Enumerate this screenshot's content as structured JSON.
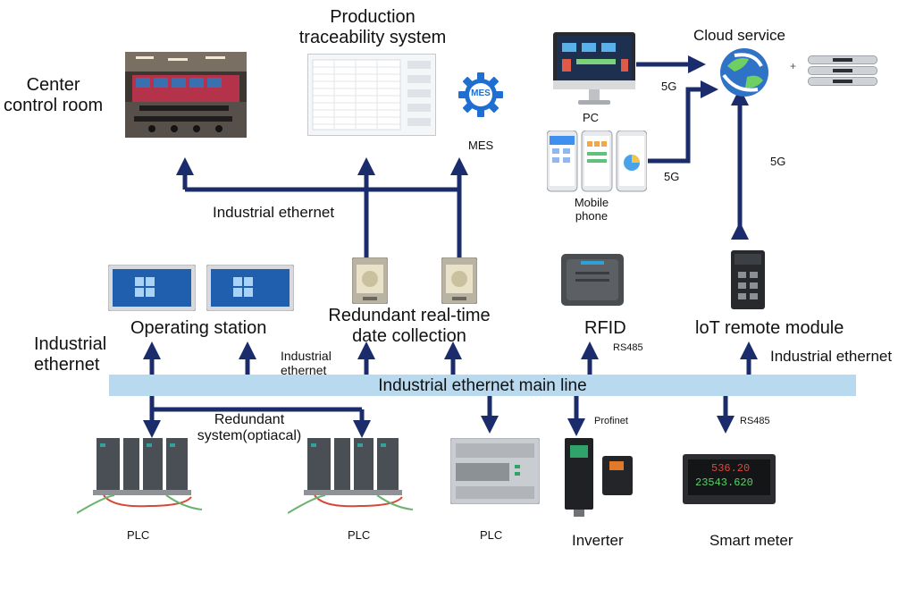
{
  "colors": {
    "link": "#1a2c6b",
    "main_line": "#b9d9ee",
    "cable_green": "#69b36d",
    "cable_red": "#d6493a"
  },
  "top": {
    "center_control_room": "Center\ncontrol room",
    "production_traceability": "Production\ntraceability system",
    "mes_badge": "MES",
    "mes_label": "MES",
    "cloud_service": "Cloud service",
    "plus": "+",
    "pc": "PC",
    "mobile_phone": "Mobile\nphone",
    "fiveg_pc": "5G",
    "fiveg_phone": "5G",
    "fiveg_iot": "5G"
  },
  "middle": {
    "industrial_ethernet_top": "Industrial ethernet",
    "operating_station": "Operating station",
    "redundant_collection": "Redundant real-time\ndate collection",
    "rfid": "RFID",
    "rfid_protocol": "RS485",
    "iot_module": "loT remote module",
    "industrial_ethernet_left": "Industrial\nethernet",
    "industrial_ethernet_mid": "Industrial\nethernet",
    "industrial_ethernet_right": "Industrial ethernet"
  },
  "main_line": "Industrial ethernet main line",
  "bottom": {
    "redundant_system": "Redundant\nsystem(optiacal)",
    "plc_1": "PLC",
    "plc_2": "PLC",
    "plc_3": "PLC",
    "profinet": "Profinet",
    "inverter": "Inverter",
    "smart_meter": "Smart meter",
    "meter_protocol": "RS485",
    "meter_readout_top": "536.20",
    "meter_readout_bottom": "23543.620"
  }
}
